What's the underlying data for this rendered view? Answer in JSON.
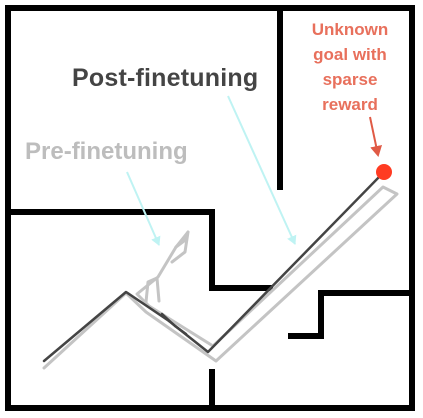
{
  "labels": {
    "post_finetuning": "Post-finetuning",
    "pre_finetuning": "Pre-finetuning",
    "goal_lines": [
      "Unknown",
      "goal with",
      "sparse",
      "reward"
    ]
  },
  "colors": {
    "wall": "#000000",
    "post_trajectory": "#444444",
    "pre_trajectory": "#c4c4c4",
    "arrow_cyan": "#bff3f3",
    "goal": "#ff3b22",
    "goal_text": "#e8705c",
    "goal_arrow": "#e05a45",
    "post_text": "#444444",
    "pre_text": "#bdbdbd"
  }
}
